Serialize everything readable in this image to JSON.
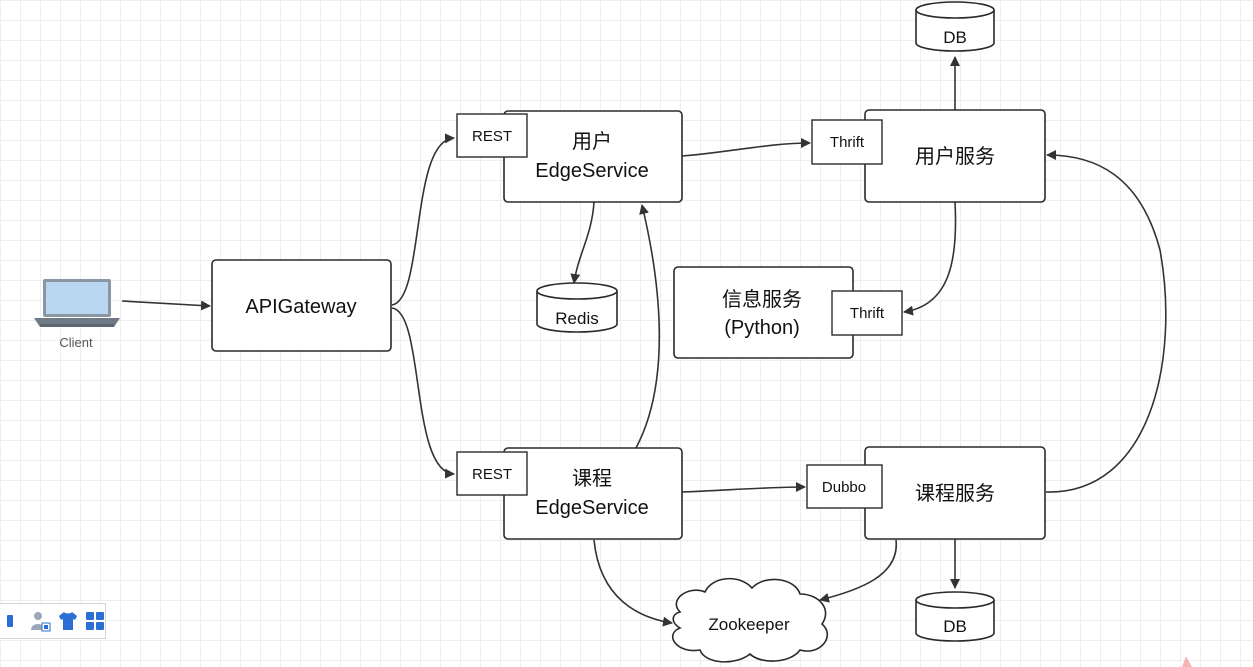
{
  "nodes": {
    "client": "Client",
    "api_gateway": "APIGateway",
    "user_edge": {
      "line1": "用户",
      "line2": "EdgeService",
      "tag": "REST"
    },
    "course_edge": {
      "line1": "课程",
      "line2": "EdgeService",
      "tag": "REST"
    },
    "redis": "Redis",
    "user_service": {
      "label": "用户服务",
      "tag": "Thrift"
    },
    "info_service": {
      "line1": "信息服务",
      "line2": "(Python)",
      "tag": "Thrift"
    },
    "course_service": {
      "label": "课程服务",
      "tag": "Dubbo"
    },
    "db_top": "DB",
    "db_bottom": "DB",
    "zookeeper": "Zookeeper"
  },
  "toolbar": {
    "icons": [
      "page-icon",
      "user-icon",
      "shirt-icon",
      "grid-icon"
    ]
  },
  "colors": {
    "line": "#333333",
    "toolbar_blue": "#2b6fd6",
    "toolbar_gray": "#9aa7b8"
  }
}
